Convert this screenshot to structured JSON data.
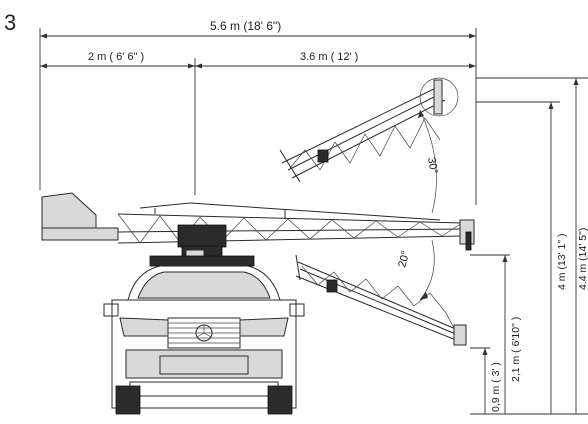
{
  "figure_number": "3",
  "dimensions": {
    "total_length": "5.6 m (18' 6\")",
    "back_length": "2 m ( 6' 6\" )",
    "front_length": "3.6 m ( 12' )",
    "height_max": "4.4 m (14' 5\")",
    "height_raised": "4 m (13' 1\" )",
    "height_level": "2,1 m ( 6'10\" )",
    "height_lowered": "0,9 m ( 3' )"
  },
  "angles": {
    "up": "30°",
    "down": "20°"
  }
}
